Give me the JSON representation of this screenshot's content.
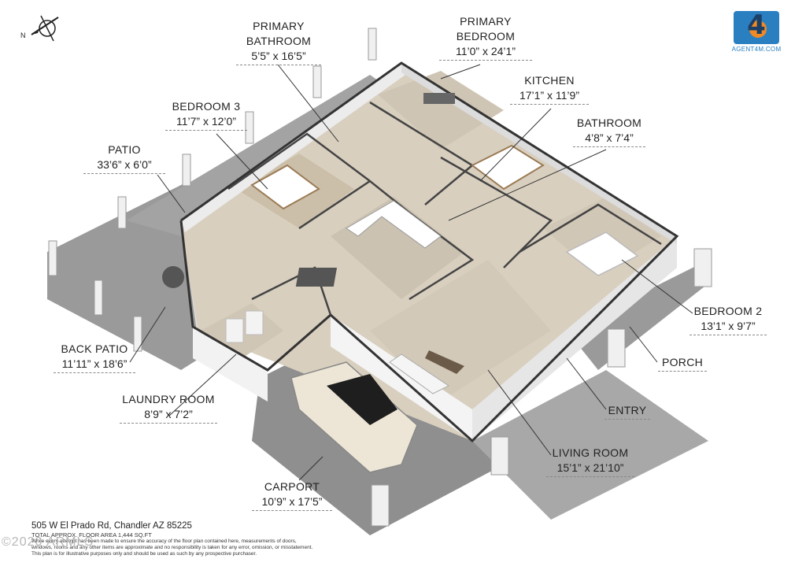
{
  "logo": {
    "text": "AGENT4M.COM",
    "mark": "4"
  },
  "compass": {
    "label": "N"
  },
  "rooms": [
    {
      "id": "primary-bathroom",
      "name_lines": [
        "PRIMARY",
        "BATHROOM"
      ],
      "dims": "5’5” x 16’5”"
    },
    {
      "id": "primary-bedroom",
      "name_lines": [
        "PRIMARY",
        "BEDROOM"
      ],
      "dims": "11’0” x 24’1”"
    },
    {
      "id": "kitchen",
      "name_lines": [
        "KITCHEN"
      ],
      "dims": "17’1” x 11’9”"
    },
    {
      "id": "bedroom-3",
      "name_lines": [
        "BEDROOM 3"
      ],
      "dims": "11’7” x 12’0”"
    },
    {
      "id": "bathroom",
      "name_lines": [
        "BATHROOM"
      ],
      "dims": "4’8” x 7’4”"
    },
    {
      "id": "patio",
      "name_lines": [
        "PATIO"
      ],
      "dims": "33’6” x 6’0”"
    },
    {
      "id": "bedroom-2",
      "name_lines": [
        "BEDROOM 2"
      ],
      "dims": "13’1” x 9’7”"
    },
    {
      "id": "back-patio",
      "name_lines": [
        "BACK PATIO"
      ],
      "dims": "11’11” x 18’6”"
    },
    {
      "id": "porch",
      "name_lines": [
        "PORCH"
      ],
      "dims": ""
    },
    {
      "id": "laundry-room",
      "name_lines": [
        "LAUNDRY ROOM"
      ],
      "dims": "8’9” x 7’2”"
    },
    {
      "id": "entry",
      "name_lines": [
        "ENTRY"
      ],
      "dims": ""
    },
    {
      "id": "living-room",
      "name_lines": [
        "LIVING ROOM"
      ],
      "dims": "15’1” x 21’10”"
    },
    {
      "id": "carport",
      "name_lines": [
        "CARPORT"
      ],
      "dims": "10’9” x 17’5”"
    }
  ],
  "footer": {
    "address": "505 W El Prado Rd, Chandler AZ 85225",
    "area": "TOTAL APPROX. FLOOR AREA 1,444 SQ.FT",
    "disclaimer_1": "While every attempt has been made to ensure the accuracy of the floor plan contained here, measurements of doors,",
    "disclaimer_2": "windows, rooms and any other items are approximate and no responsibility is taken for any error, omission, or misstatement.",
    "disclaimer_3": "This plan is for illustrative purposes only and should be used as such by any prospective purchaser."
  },
  "copyright": "©2020 ARMLS"
}
